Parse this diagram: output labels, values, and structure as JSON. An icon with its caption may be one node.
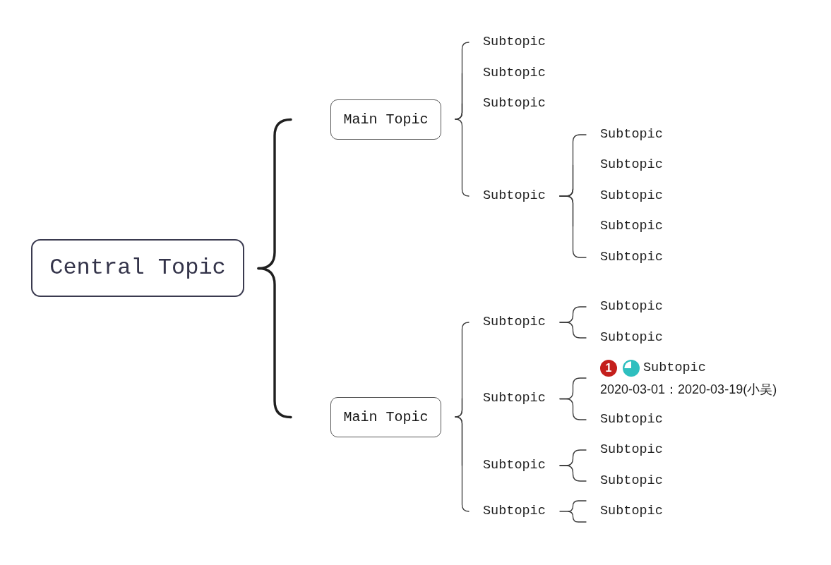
{
  "diagram": {
    "nodes": [
      {
        "text": [
          "Central Topic"
        ]
      },
      {
        "text": [
          "Main Topic"
        ]
      },
      {
        "text": [
          "Subtopic"
        ]
      },
      {
        "text": [
          "Subtopic"
        ]
      },
      {
        "text": [
          "Subtopic"
        ]
      },
      {
        "text": [
          "Subtopic"
        ]
      },
      {
        "text": [
          "Subtopic"
        ]
      },
      {
        "text": [
          "Subtopic"
        ]
      },
      {
        "text": [
          "Subtopic"
        ]
      },
      {
        "text": [
          "Subtopic"
        ]
      },
      {
        "text": [
          "Subtopic"
        ]
      },
      {
        "text": [
          "Main Topic"
        ]
      },
      {
        "text": [
          "Subtopic"
        ]
      },
      {
        "text": [
          "Subtopic"
        ]
      },
      {
        "text": [
          "Subtopic"
        ]
      },
      {
        "text": [
          "Subtopic"
        ]
      },
      {
        "text": [
          "1",
          "Subtopic",
          "2020-03-01：2020-03-19(小吴)"
        ]
      },
      {
        "text": [
          "Subtopic"
        ]
      },
      {
        "text": [
          "Subtopic"
        ]
      },
      {
        "text": [
          "Subtopic"
        ]
      },
      {
        "text": [
          "Subtopic"
        ]
      },
      {
        "text": [
          "Subtopic"
        ]
      },
      {
        "text": [
          "Subtopic"
        ]
      }
    ],
    "edges": [
      {
        "from": 0,
        "to": 1,
        "arrow": "none",
        "style": "thick"
      },
      {
        "from": 0,
        "to": 11,
        "arrow": "none",
        "style": "thick"
      },
      {
        "from": 1,
        "to": 2,
        "arrow": "none"
      },
      {
        "from": 1,
        "to": 3,
        "arrow": "none"
      },
      {
        "from": 1,
        "to": 4,
        "arrow": "none"
      },
      {
        "from": 1,
        "to": 5,
        "arrow": "none"
      },
      {
        "from": 5,
        "to": 6,
        "arrow": "none"
      },
      {
        "from": 5,
        "to": 7,
        "arrow": "none"
      },
      {
        "from": 5,
        "to": 8,
        "arrow": "none"
      },
      {
        "from": 5,
        "to": 9,
        "arrow": "none"
      },
      {
        "from": 5,
        "to": 10,
        "arrow": "none"
      },
      {
        "from": 11,
        "to": 12,
        "arrow": "none"
      },
      {
        "from": 11,
        "to": 15,
        "arrow": "none"
      },
      {
        "from": 11,
        "to": 18,
        "arrow": "none"
      },
      {
        "from": 11,
        "to": 21,
        "arrow": "none"
      },
      {
        "from": 12,
        "to": 13,
        "arrow": "none"
      },
      {
        "from": 12,
        "to": 14,
        "arrow": "none"
      },
      {
        "from": 15,
        "to": 16,
        "arrow": "none"
      },
      {
        "from": 15,
        "to": 17,
        "arrow": "none"
      },
      {
        "from": 18,
        "to": 19,
        "arrow": "none"
      },
      {
        "from": 18,
        "to": 20,
        "arrow": "none"
      },
      {
        "from": 21,
        "to": 22,
        "arrow": "none"
      }
    ]
  }
}
